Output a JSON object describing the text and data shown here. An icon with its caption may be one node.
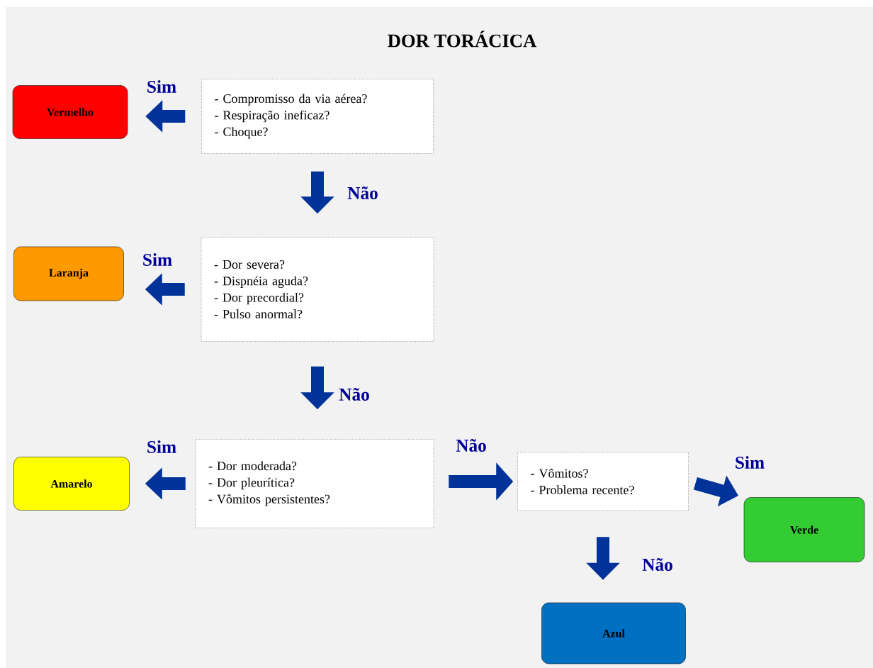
{
  "diagram": {
    "title": "DOR TORÁCICA",
    "nodes": [
      {
        "text": [
          "Vermelho"
        ]
      },
      {
        "text": [
          "- Compromisso da via aérea?",
          "- Respiração ineficaz?",
          "- Choque?"
        ]
      },
      {
        "text": [
          "Laranja"
        ]
      },
      {
        "text": [
          "- Dor severa?",
          "- Dispnéia aguda?",
          "- Dor precordial?",
          "- Pulso anormal?"
        ]
      },
      {
        "text": [
          "Amarelo"
        ]
      },
      {
        "text": [
          "- Dor moderada?",
          "- Dor pleurítica?",
          "- Vômitos persistentes?"
        ]
      },
      {
        "text": [
          "- Vômitos?",
          "- Problema recente?"
        ]
      },
      {
        "text": [
          "Verde"
        ]
      },
      {
        "text": [
          "Azul"
        ]
      }
    ],
    "edges": [
      {
        "from": 1,
        "to": 0,
        "arrow": "to",
        "label": "Sim"
      },
      {
        "from": 1,
        "to": 3,
        "arrow": "to",
        "label": "Não"
      },
      {
        "from": 3,
        "to": 2,
        "arrow": "to",
        "label": "Sim"
      },
      {
        "from": 3,
        "to": 5,
        "arrow": "to",
        "label": "Não"
      },
      {
        "from": 5,
        "to": 4,
        "arrow": "to",
        "label": "Sim"
      },
      {
        "from": 5,
        "to": 6,
        "arrow": "to",
        "label": "Não"
      },
      {
        "from": 6,
        "to": 7,
        "arrow": "to",
        "label": "Sim"
      },
      {
        "from": 6,
        "to": 8,
        "arrow": "to",
        "label": "Não"
      }
    ]
  }
}
